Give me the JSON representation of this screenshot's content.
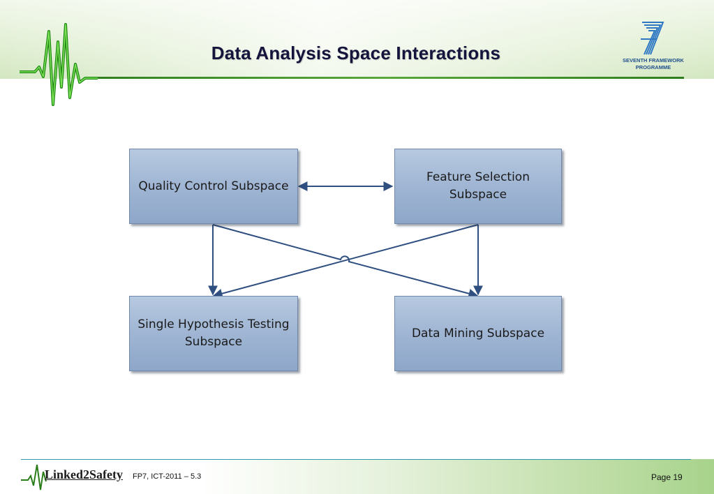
{
  "header": {
    "title": "Data Analysis Space Interactions",
    "fp7_logo": {
      "line1": "SEVENTH FRAMEWORK",
      "line2": "PROGRAMME",
      "icon": "fp7-seven-icon",
      "color": "#1f4f8c"
    }
  },
  "diagram": {
    "nodes": [
      {
        "id": "quality",
        "label_lines": [
          "Quality Control Subspace"
        ]
      },
      {
        "id": "feature",
        "label_lines": [
          "Feature Selection",
          "Subspace"
        ]
      },
      {
        "id": "single",
        "label_lines": [
          "Single Hypothesis Testing",
          "Subspace"
        ]
      },
      {
        "id": "mining",
        "label_lines": [
          "Data Mining Subspace"
        ]
      }
    ],
    "edges": [
      {
        "from": "quality",
        "to": "feature",
        "direction": "both"
      },
      {
        "from": "quality",
        "to": "single",
        "direction": "forward"
      },
      {
        "from": "quality",
        "to": "mining",
        "direction": "forward"
      },
      {
        "from": "feature",
        "to": "single",
        "direction": "forward"
      },
      {
        "from": "feature",
        "to": "mining",
        "direction": "forward"
      }
    ],
    "box_color": "#9fb5d3",
    "arrow_color": "#2e4f80"
  },
  "footer": {
    "logo_text": "Linked2Safety",
    "program": "FP7, ICT-2011 – 5.3",
    "page": "Page 19",
    "accent_color": "#2a9aa8"
  }
}
